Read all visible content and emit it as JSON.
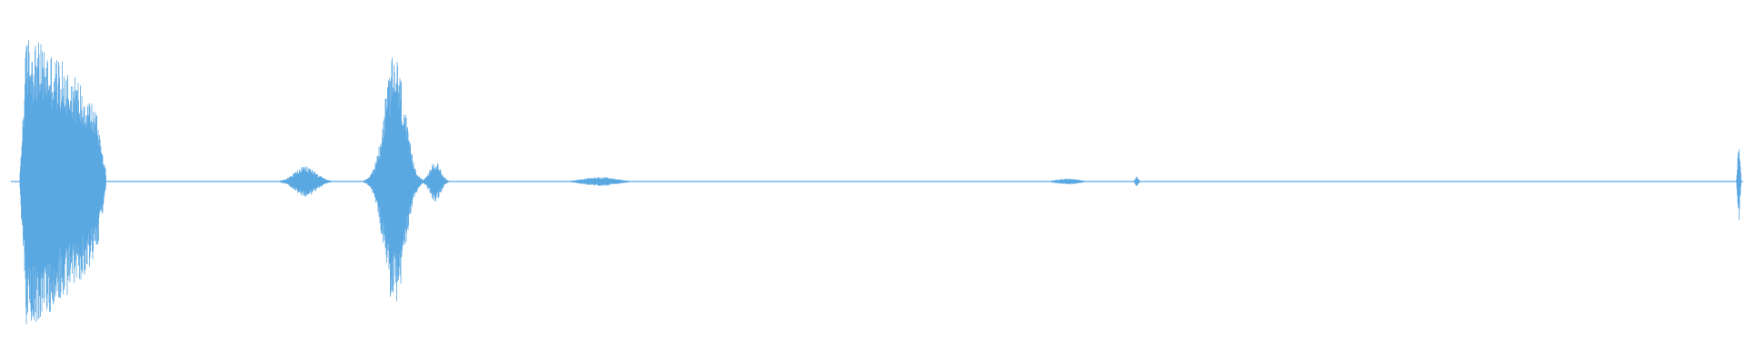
{
  "waveform": {
    "color": "#5aa8e2",
    "background": "#ffffff",
    "duration": 1.0,
    "amplitude_range": [
      -1,
      1
    ],
    "baseline_amplitude": 0.006,
    "segments": [
      {
        "name": "burst-1",
        "start": 0.005,
        "end": 0.055,
        "peak": 0.96,
        "shape": "front-loaded"
      },
      {
        "name": "burst-1-spike",
        "start": 0.012,
        "end": 0.014,
        "peak": 1.0,
        "shape": "spike"
      },
      {
        "name": "burst-2",
        "start": 0.15,
        "end": 0.19,
        "peak": 0.1,
        "shape": "gaussian"
      },
      {
        "name": "burst-3",
        "start": 0.203,
        "end": 0.24,
        "peak": 0.83,
        "shape": "gaussian"
      },
      {
        "name": "burst-3-tail",
        "start": 0.235,
        "end": 0.255,
        "peak": 0.13,
        "shape": "gaussian"
      },
      {
        "name": "burst-4",
        "start": 0.31,
        "end": 0.37,
        "peak": 0.03,
        "shape": "gaussian"
      },
      {
        "name": "burst-5",
        "start": 0.59,
        "end": 0.63,
        "peak": 0.02,
        "shape": "gaussian"
      },
      {
        "name": "burst-6-spike",
        "start": 0.648,
        "end": 0.652,
        "peak": 0.035,
        "shape": "spike"
      },
      {
        "name": "end-spike",
        "start": 0.996,
        "end": 0.999,
        "peak": 0.28,
        "shape": "spike"
      }
    ]
  }
}
